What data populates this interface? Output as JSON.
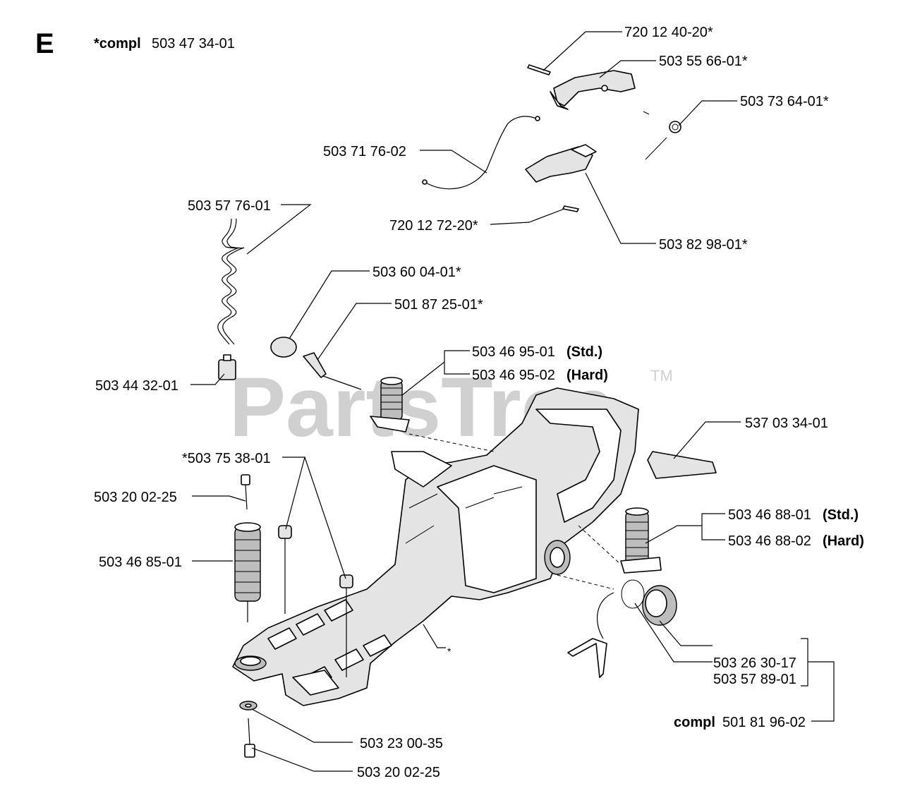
{
  "section": {
    "letter": "E"
  },
  "watermark": {
    "text": "PartsTree",
    "tm": "TM"
  },
  "header": {
    "compl_prefix": "*compl",
    "compl_number": "503 47 34-01"
  },
  "labels": {
    "l_720_12_40_20": "720 12 40-20*",
    "l_503_55_66_01": "503 55 66-01*",
    "l_503_73_64_01": "503 73 64-01*",
    "l_503_71_76_02": "503 71 76-02",
    "l_720_12_72_20": "720 12 72-20*",
    "l_503_82_98_01": "503 82 98-01*",
    "l_503_57_76_01": "503 57 76-01",
    "l_503_60_04_01": "503 60 04-01*",
    "l_501_87_25_01": "501 87 25-01*",
    "l_503_46_95_01": "503 46 95-01",
    "l_std_1": "(Std.)",
    "l_503_46_95_02": "503 46 95-02",
    "l_hard_1": "(Hard)",
    "l_503_44_32_01": "503 44 32-01",
    "l_537_03_34_01": "537 03 34-01",
    "l_503_75_38_01": "*503 75 38-01",
    "l_503_20_02_25_a": "503 20 02-25",
    "l_503_46_85_01": "503 46 85-01",
    "l_503_46_88_01": "503 46 88-01",
    "l_std_2": "(Std.)",
    "l_503_46_88_02": "503 46 88-02",
    "l_hard_2": "(Hard)",
    "l_star": "*",
    "l_503_26_30_17": "503 26 30-17",
    "l_503_57_89_01": "503 57 89-01",
    "l_compl": "compl",
    "l_501_81_96_02": "501 81 96-02",
    "l_503_23_00_35": "503 23 00-35",
    "l_503_20_02_25_b": "503 20 02-25"
  }
}
